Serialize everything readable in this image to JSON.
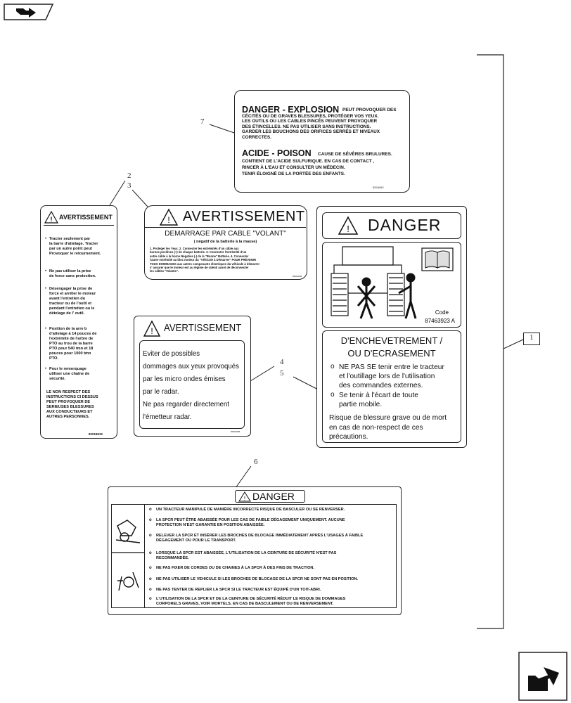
{
  "nav": {
    "back_icon": "page-back-icon",
    "next_icon": "page-forward-icon"
  },
  "callouts": {
    "c1": "1",
    "c2": "2",
    "c3": "3",
    "c4": "4",
    "c5": "5",
    "c6": "6",
    "c7": "7"
  },
  "decal7": {
    "h1": "DANGER - EXPLOSION",
    "h1_rest": "PEUT PROVOQUER DES",
    "body1": "CÉCITÉS OU DE GRAVES BLESSURES, PROTÉGER VOS YEUX.\nLES OUTILS OU LES CABLES PINCÉS PEUVENT PROVOQUER\nDES ÉTINCELLES. NE PAS UTILISER SANS INSTRUCTIONS.\nGARDER LES BOUCHONS DES ORIFICES SERRÉS ET NIVEAUX\nCORRECTES.",
    "h2": "ACIDE - POISON",
    "h2_rest": "CAUSE DE SÉVÈRES BRULURES.",
    "body2": "CONTIENT DE L'ACIDE SULFURIQUE. EN CAS DE CONTACT ,\nRINCER À L'EAU ET CONSULTER UN MÉDECIN.\nTENIR ÉLOIGNÉ DE LA PORTÉE DES ENFANTS.",
    "code": "82016942"
  },
  "decal2": {
    "title": "AVERTISSEMENT",
    "p1": "Tracter seulement par\nla barre d'attelage. Tracter\npar un autre point peut\nProvoquer le retournement.",
    "p2": "Ne pas utiliser la prise\nde force sans protection.",
    "p3": "Désengager la prise de\nforce et arrêter le moteur\navant l'entretien du\ntracteur ou de l'outil et\npendant l'entretien ou le\ndételage de l' outil.",
    "p4": "Position de la arre b\nd'attelage à 14 pouces de\nl'extrémité de l'arbre de\nPTO au trou de la barre\nPTO pour 540 tmn et 18\npouces pour 1000 tmn\nPTO.",
    "p5": "Pour le remorquage\nutiliser une chaîne de\nsécurité.",
    "footer": "LE NON RESPECT DES\nINSTRUCTIONS CI DESSUS\nPEUT PROVOQUER DE\nSERIEUSES BLESSURES\nAUX CONDUCTEURS ET\nAUTRES PERSONNES.",
    "code": "82018632"
  },
  "decal3": {
    "title": "AVERTISSEMENT",
    "subtitle": "DEMARRAGE PAR CABLE \"VOLANT\"",
    "note": "( négatif de la batterie à la masse)",
    "body": "1. Protéger les Yeux. 2. Connecter les extrémités d'un câble aux\nbornes positives (+) de chaque batterie. 3. Connecter l'extrémité d'un\nautre câble à la borne Négative (-) de la \"Bonne\" Batterie. 4. Connecter\nl'autre extrémité au bloc moteur du \"Véhicule à Démarrer\" POUR PRÉVENIR\nTOUS DOMMAGES aux autres composants électriques du véhicule à démarrer\ns' assurer que le moteur est au régime de ralenti avant de déconnecter\nles câbles \"Volants\".",
    "code": "82016845"
  },
  "decal4": {
    "title": "AVERTISSEMENT",
    "body": "Eviter de possibles\ndommages aux yeux provoqués\npar les micro ondes émises\npar le radar.\nNe pas regarder directement\nl'émetteur radar.",
    "code": "82016845"
  },
  "decal5": {
    "title": "DANGER",
    "code_label": "Code",
    "code": "87463923 A",
    "heading": "D'ENCHEVETREMENT /\nOU D'ECRASEMENT",
    "b1": "NE PAS SE tenir entre le tracteur\net l'outillage lors de l'utilisation\ndes commandes externes.",
    "b2": "Se tenir à l'écart de toute\npartie mobile.",
    "footer": "Risque de blessure grave ou de mort\nen cas de non-respect de ces\nprécautions."
  },
  "decal6": {
    "title": "DANGER",
    "items": [
      "UN TRACTEUR MANIPULÉ DE MANIÈRE INCORRECTE RISQUE DE BASCULER OU SE RENVERSER.",
      "LA SPCR PEUT ÊTRE ABAISSÉE POUR LES CAS DE FAIBLE DÉGAGEMENT UNIQUEMENT. AUCUNE\nPROTECTION N'EST GARANTIE EN POSITION ABAISSÉE.",
      "RELEVER LA SPCR ET INSÉRER LES BROCHES DE BLOCAGE IMMÉDIATEMENT APRÈS L'USAGES À FAIBLE\nDÉGAGEMENT OU POUR LE TRANSPORT.",
      "LORSQUE LA SPCR EST ABAISSÉE, L'UTILISATION DE LA CEINTURE DE SÉCURITÉ N'EST PAS\nRECOMMANDÉE.",
      "NE PAS FIXER DE CORDES OU DE CHAINES À LA SPCR À DES FINS DE TRACTION.",
      "NE PAS UTILISER LE VEHICULE SI LES BROCHES DE BLOCAGE DE LA SPCR NE SONT PAS EN POSITION.",
      "NE PAS TENTER DE REPLIER LA SPCR SI LE TRACTEUR EST ÉQUIPÉ D'UN TOIT-ABRI.",
      "L'UTILISATION DE LA SPCR ET DE LA CEINTURE DE SÉCURITÉ RÉDUIT LE RISQUE DE DOMMAGES\nCORPORELS GRAVES, VOIR MORTELS, EN CAS DE BASCULEMENT OU DE RENVERSEMENT."
    ]
  }
}
